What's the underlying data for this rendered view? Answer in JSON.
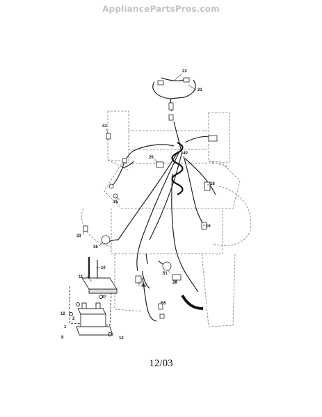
{
  "watermark": "AppliancePartsPros.com",
  "footer_date": "12/03",
  "part_callouts": [
    {
      "id": "p22",
      "label": "22"
    },
    {
      "id": "p21",
      "label": "21"
    },
    {
      "id": "p43",
      "label": "43"
    },
    {
      "id": "p40",
      "label": "40"
    },
    {
      "id": "p26",
      "label": "26"
    },
    {
      "id": "p18",
      "label": "18"
    },
    {
      "id": "p25",
      "label": "25"
    },
    {
      "id": "p33",
      "label": "33"
    },
    {
      "id": "p16",
      "label": "16"
    },
    {
      "id": "p36",
      "label": "36"
    },
    {
      "id": "p10",
      "label": "10"
    },
    {
      "id": "p51",
      "label": "51"
    },
    {
      "id": "p11",
      "label": "11"
    },
    {
      "id": "p45",
      "label": "45"
    },
    {
      "id": "p29",
      "label": "29"
    },
    {
      "id": "p27",
      "label": "27"
    },
    {
      "id": "p55",
      "label": "55"
    },
    {
      "id": "p12a",
      "label": "12"
    },
    {
      "id": "p2",
      "label": "2"
    },
    {
      "id": "p1",
      "label": "1"
    },
    {
      "id": "p8",
      "label": "8"
    },
    {
      "id": "p12b",
      "label": "12"
    }
  ]
}
